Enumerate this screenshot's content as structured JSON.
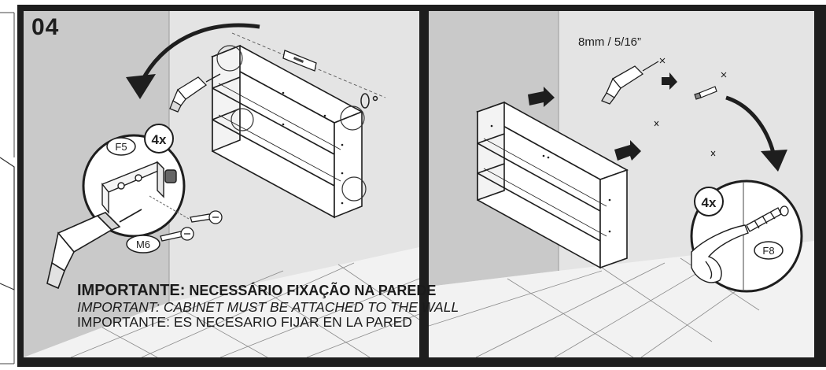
{
  "step": {
    "number": "04"
  },
  "left_panel": {
    "quantity_badge": "4x",
    "part_bracket": "F5",
    "part_screw": "M6"
  },
  "right_panel": {
    "drill_bit_size": "8mm / 5/16”",
    "quantity_badge": "4x",
    "part_anchor": "F8"
  },
  "warning": {
    "pt_lead": "IMPORTANTE:",
    "pt_rest": " NECESSÁRIO FIXAÇÃO NA PAREDE",
    "en_lead": "IMPORTANT:",
    "en_rest": " CABINET MUST BE ATTACHED TO THE WALL",
    "es_lead": "IMPORTANTE",
    "es_rest": ": ES NECESARIO FIJAR EN LA PARED"
  },
  "colors": {
    "frame": "#1e1e1e",
    "wall_shadow": "#c9c9c9",
    "wall_light": "#e4e4e4",
    "floor": "#f2f2f2",
    "line": "#2a2a2a"
  }
}
